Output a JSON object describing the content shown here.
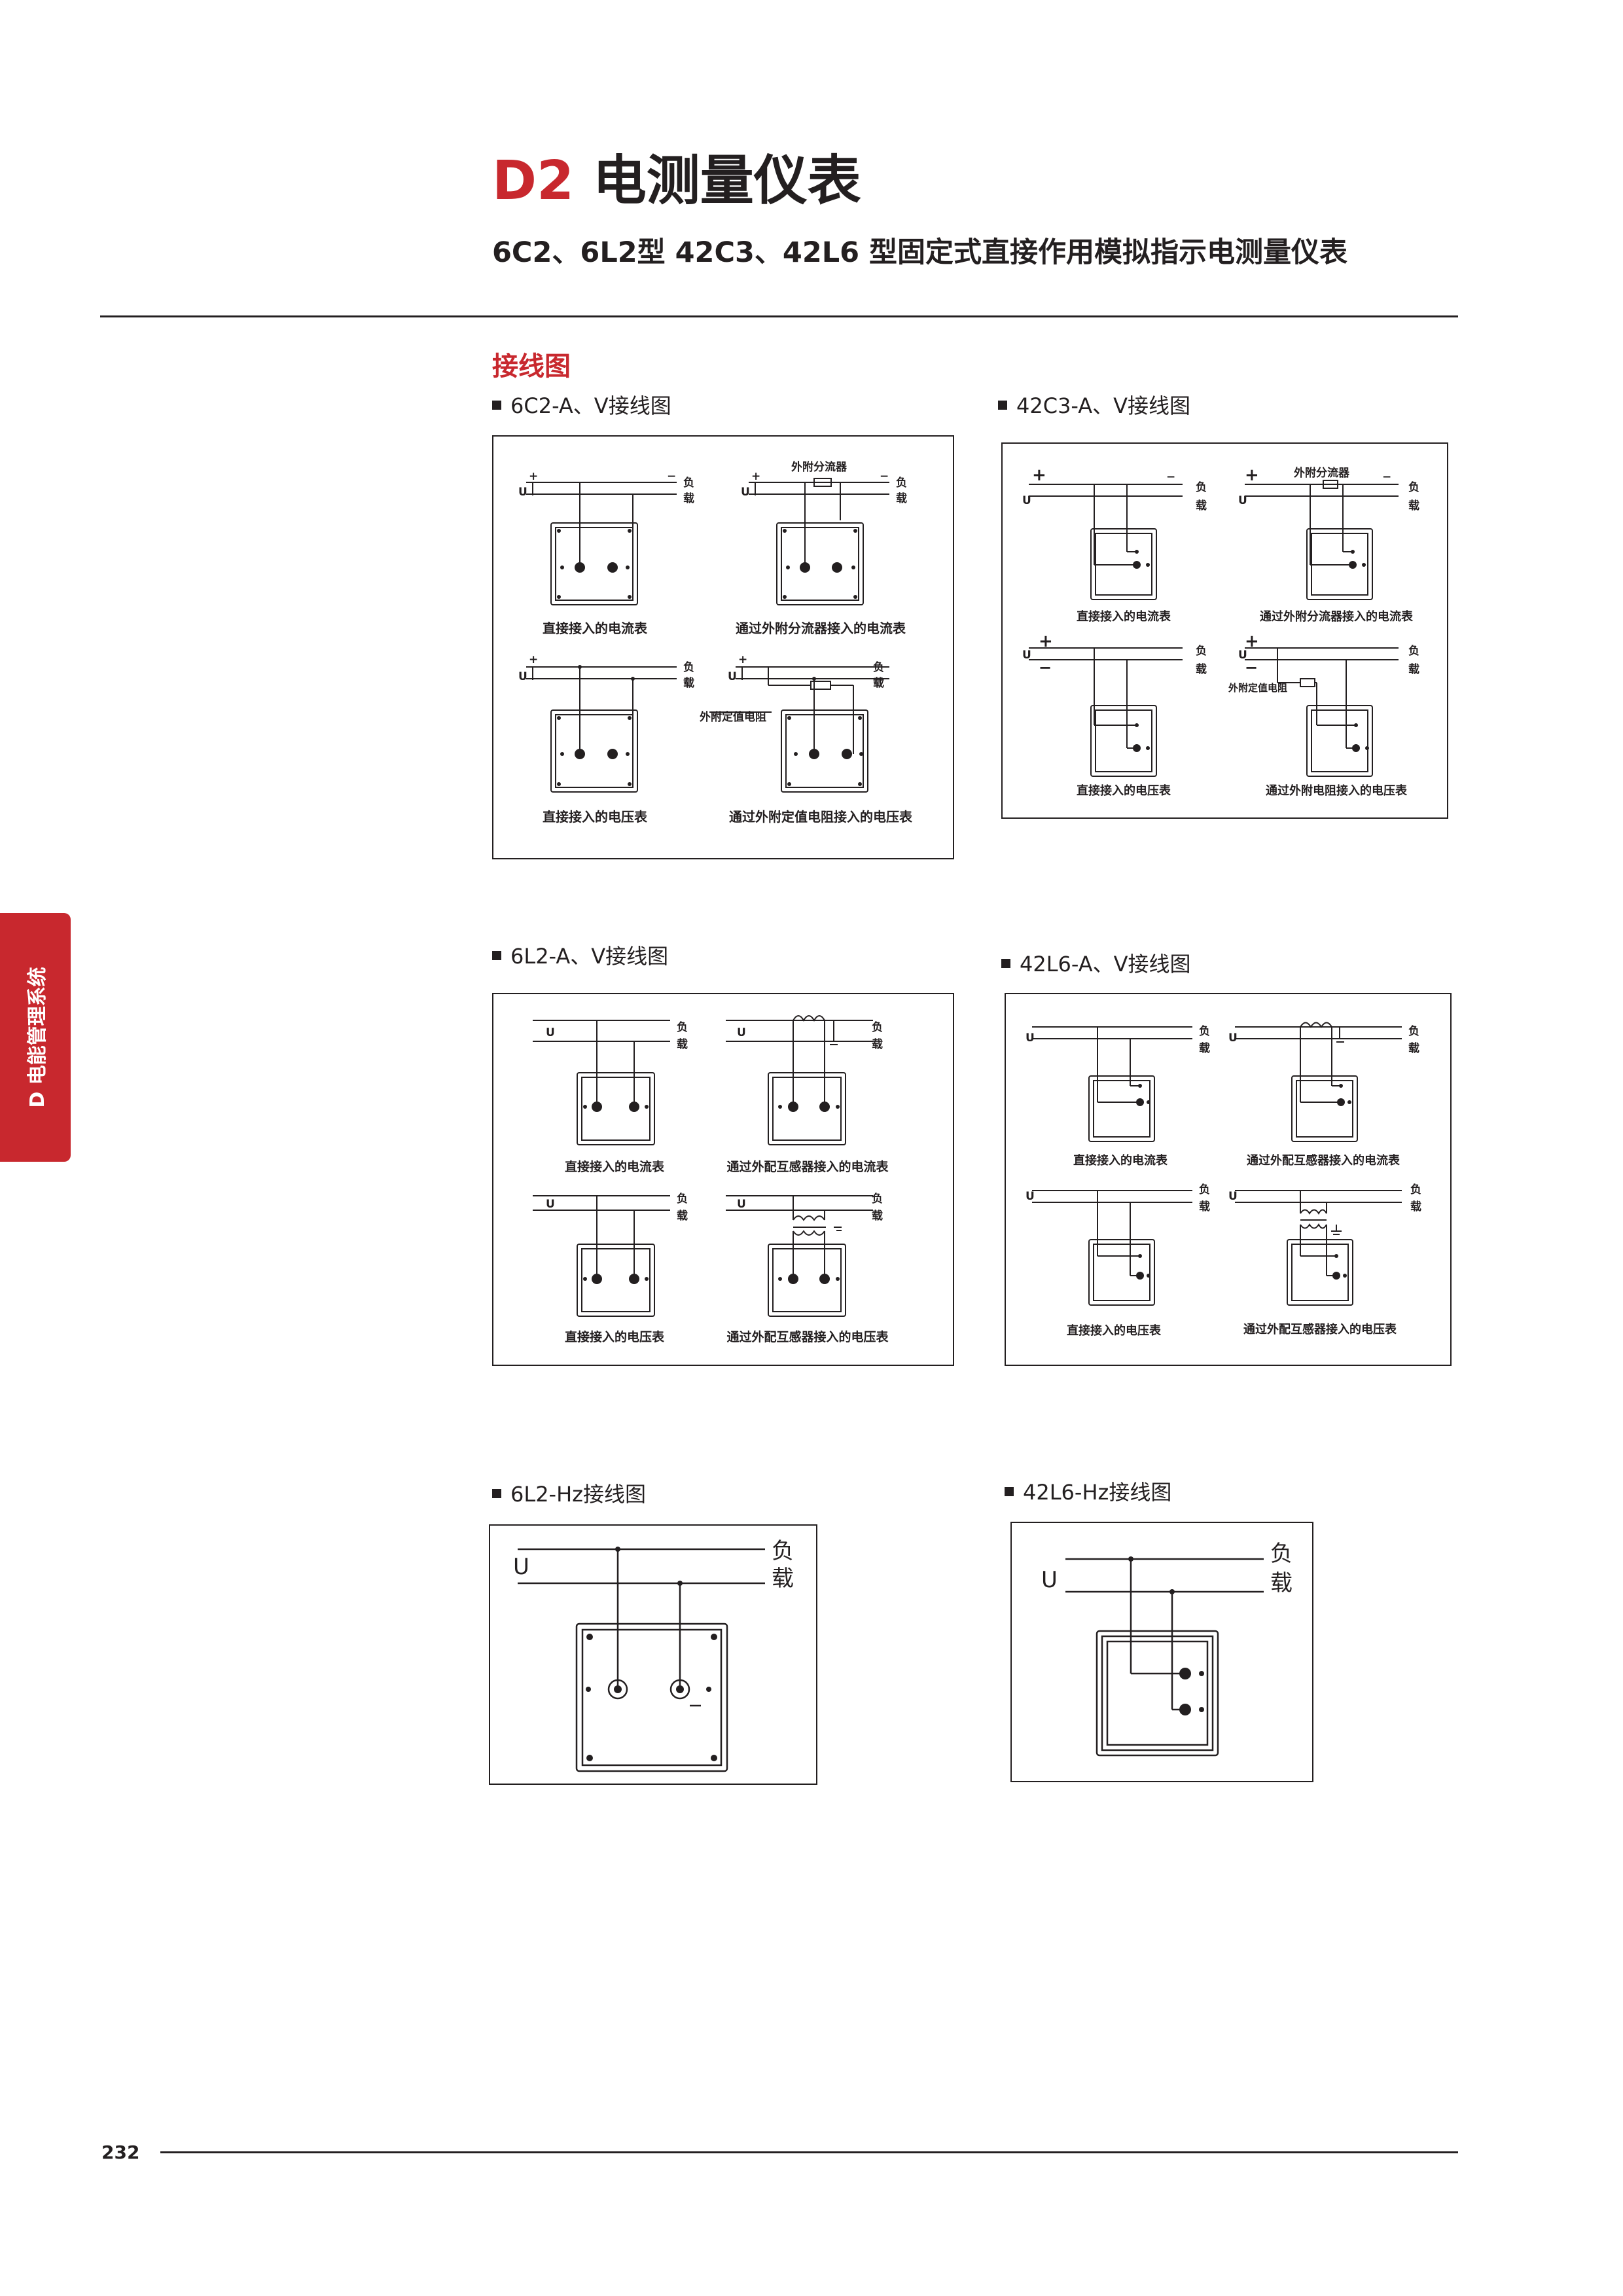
{
  "header": {
    "code": "D2",
    "title": "电测量仪表",
    "subtitle": "6C2、6L2型 42C3、42L6 型固定式直接作用模拟指示电测量仪表"
  },
  "section_title": "接线图",
  "sidebar_tab": "D 电能管理系统",
  "page_number": "232",
  "labels": {
    "U": "U",
    "plus": "+",
    "minus": "−",
    "fu": "负",
    "zai": "载",
    "shunt": "外附分流器",
    "resistor": "外附定值电阻",
    "resistor_short": "外附定值电阻"
  },
  "diagrams": {
    "d6c2": {
      "caption": "6C2-A、V接线图",
      "items": [
        "直接接入的电流表",
        "通过外附分流器接入的电流表",
        "直接接入的电压表",
        "通过外附定值电阻接入的电压表"
      ]
    },
    "d42c3": {
      "caption": "42C3-A、V接线图",
      "items": [
        "直接接入的电流表",
        "通过外附分流器接入的电流表",
        "直接接入的电压表",
        "通过外附电阻接入的电压表"
      ]
    },
    "d6l2": {
      "caption": "6L2-A、V接线图",
      "items": [
        "直接接入的电流表",
        "通过外配互感器接入的电流表",
        "直接接入的电压表",
        "通过外配互感器接入的电压表"
      ]
    },
    "d42l6": {
      "caption": "42L6-A、V接线图",
      "items": [
        "直接接入的电流表",
        "通过外配互感器接入的电流表",
        "直接接入的电压表",
        "通过外配互感器接入的电压表"
      ]
    },
    "d6l2hz": {
      "caption": "6L2-Hz接线图"
    },
    "d42l6hz": {
      "caption": "42L6-Hz接线图"
    }
  }
}
